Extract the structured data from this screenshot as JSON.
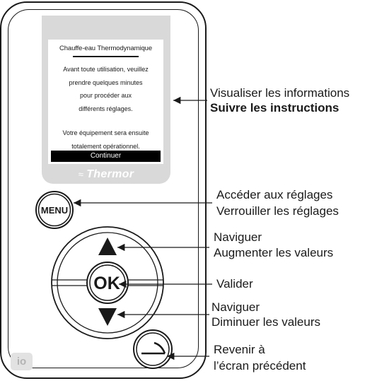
{
  "screen": {
    "title": "Chauffe-eau Thermodynamique",
    "lines": [
      "Avant toute utilisation, veuillez",
      "prendre quelques minutes",
      "pour procéder aux",
      "différents réglages."
    ],
    "lines2": [
      "Votre équipement sera ensuite",
      "totalement opérationnel."
    ],
    "continue_label": "Continuer",
    "brand": "Thermor",
    "brand_mark": "≈"
  },
  "buttons": {
    "menu_label": "MENU",
    "ok_label": "OK",
    "up_glyph": "▲",
    "down_glyph": "▼",
    "back_glyph": "↩",
    "io_label": "io"
  },
  "callouts": {
    "display": [
      "Visualiser les informations",
      "Suivre les instructions"
    ],
    "menu": [
      "Accéder aux réglages",
      "Verrouiller les réglages"
    ],
    "up": [
      "Naviguer",
      "Augmenter les valeurs"
    ],
    "ok": [
      "Valider"
    ],
    "down": [
      "Naviguer",
      "Diminuer les valeurs"
    ],
    "back": [
      "Revenir à",
      "l’écran précédent"
    ]
  },
  "colors": {
    "outline": "#1a1a1a",
    "screen_frame": "#d9d9d9",
    "io_badge": "#e2e2e2"
  }
}
